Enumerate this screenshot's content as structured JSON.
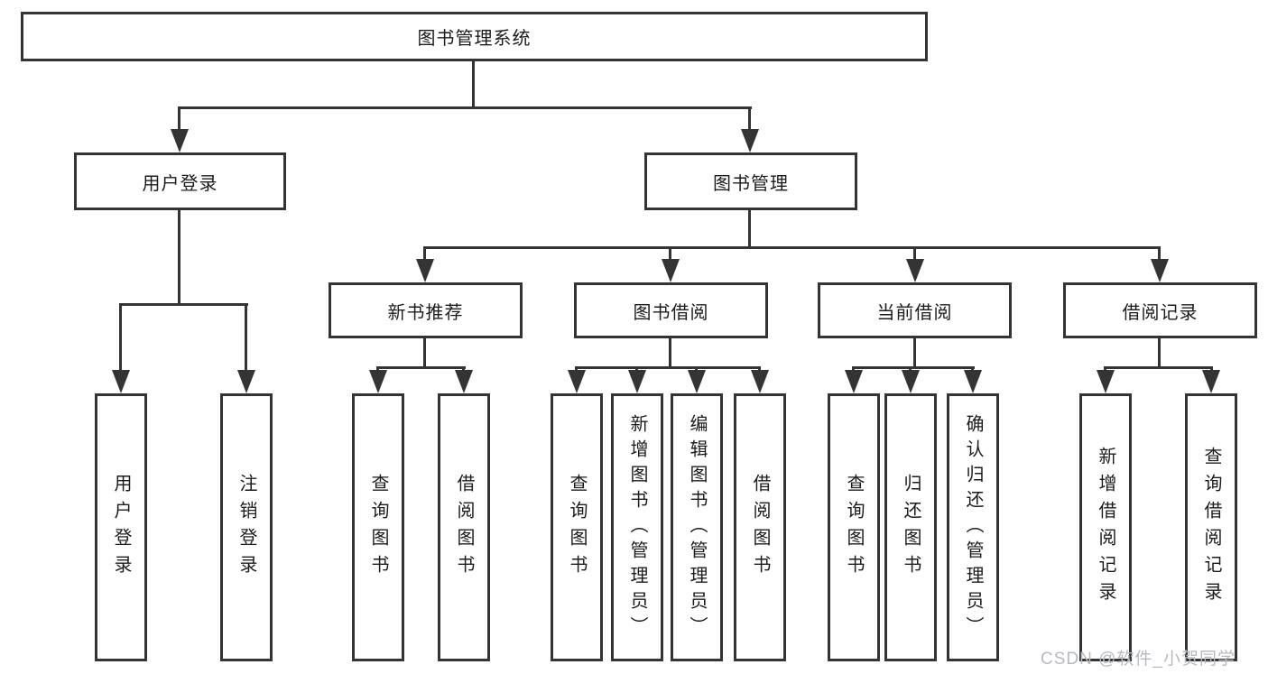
{
  "watermark": "CSDN @软件_小贺同学",
  "nodes": {
    "root": {
      "label": "图书管理系统"
    },
    "user_login_group": {
      "label": "用户登录"
    },
    "book_mgmt_group": {
      "label": "图书管理"
    },
    "new_book_rec": {
      "label": "新书推荐"
    },
    "book_borrow": {
      "label": "图书借阅"
    },
    "current_borrow": {
      "label": "当前借阅"
    },
    "borrow_record": {
      "label": "借阅记录"
    },
    "leaf_user_login": {
      "label": "用户登录"
    },
    "leaf_logout": {
      "label": "注销登录"
    },
    "leaf_query_book_rec": {
      "label": "查询图书"
    },
    "leaf_borrow_book_rec": {
      "label": "借阅图书"
    },
    "leaf_query_book_borrow": {
      "label": "查询图书"
    },
    "leaf_add_book": {
      "label": "新增图书（管理员）"
    },
    "leaf_edit_book": {
      "label": "编辑图书（管理员）"
    },
    "leaf_borrow_book_borrow": {
      "label": "借阅图书"
    },
    "leaf_query_book_current": {
      "label": "查询图书"
    },
    "leaf_return_book": {
      "label": "归还图书"
    },
    "leaf_confirm_return": {
      "label": "确认归还（管理员）"
    },
    "leaf_add_borrow_record": {
      "label": "新增借阅记录"
    },
    "leaf_query_borrow_record": {
      "label": "查询借阅记录"
    }
  }
}
